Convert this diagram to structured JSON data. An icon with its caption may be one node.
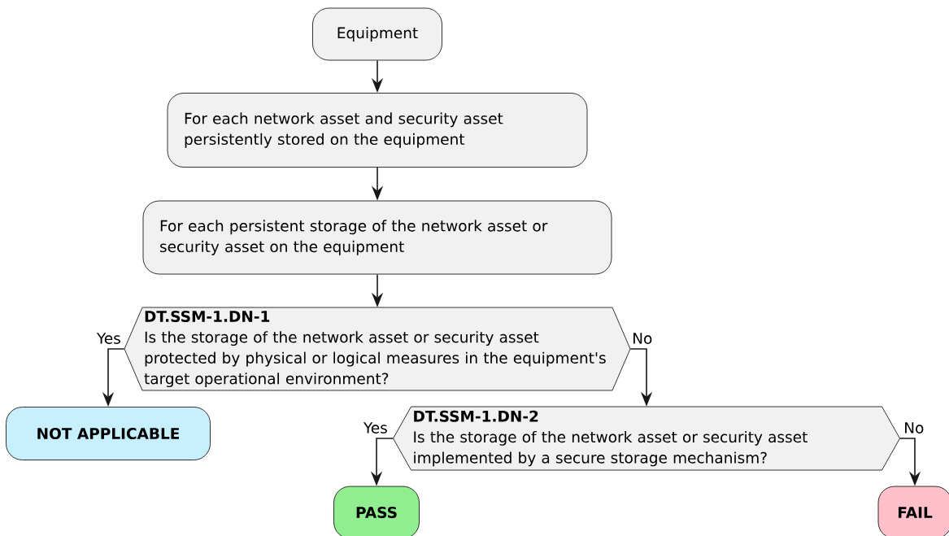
{
  "diagram": {
    "nodes": [
      {
        "text": [
          "Equipment"
        ]
      },
      {
        "text": [
          "For each network asset and security asset persistently stored on the equipment"
        ]
      },
      {
        "text": [
          "For each persistent storage of the network asset or security asset on the equipment"
        ]
      },
      {
        "text": [
          "DT.SSM-1.DN-1",
          "Is the storage of the network asset or security asset protected by physical or logical measures in the equipment's target operational environment?"
        ]
      },
      {
        "text": [
          "NOT APPLICABLE"
        ]
      },
      {
        "text": [
          "DT.SSM-1.DN-2",
          "Is the storage of the network asset or security asset implemented by a secure storage mechanism?"
        ]
      },
      {
        "text": [
          "PASS"
        ]
      },
      {
        "text": [
          "FAIL"
        ]
      }
    ],
    "edges": [
      {
        "from": 0,
        "to": 1,
        "arrow": "to"
      },
      {
        "from": 1,
        "to": 2,
        "arrow": "to"
      },
      {
        "from": 2,
        "to": 3,
        "arrow": "to"
      },
      {
        "from": 3,
        "to": 4,
        "arrow": "to",
        "label": "Yes"
      },
      {
        "from": 3,
        "to": 5,
        "arrow": "to",
        "label": "No"
      },
      {
        "from": 5,
        "to": 6,
        "arrow": "to",
        "label": "Yes"
      },
      {
        "from": 5,
        "to": 7,
        "arrow": "to",
        "label": "No"
      }
    ]
  }
}
